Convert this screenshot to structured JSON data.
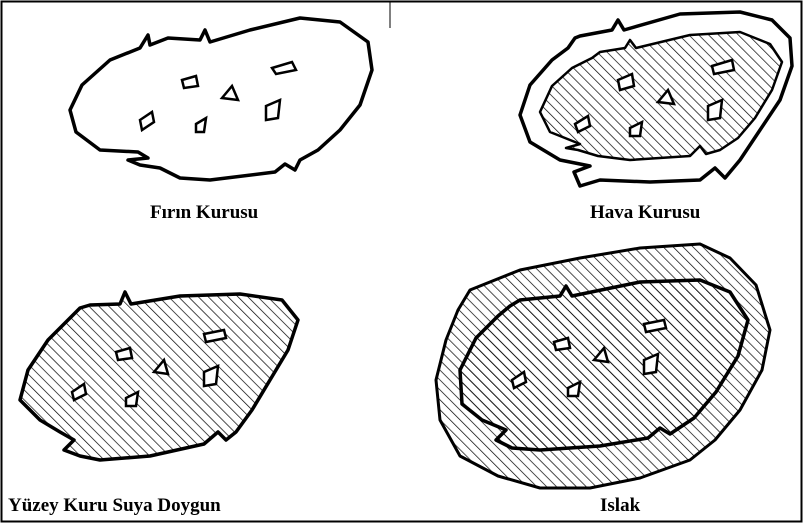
{
  "panels": {
    "oven_dry": {
      "label": "Fırın Kurusu"
    },
    "air_dry": {
      "label": "Hava Kurusu"
    },
    "ssd": {
      "label": "Yüzey Kuru Suya Doygun"
    },
    "wet": {
      "label": "Islak"
    }
  },
  "colors": {
    "stroke": "#000000",
    "background": "#ffffff",
    "hatch": "#000000"
  }
}
